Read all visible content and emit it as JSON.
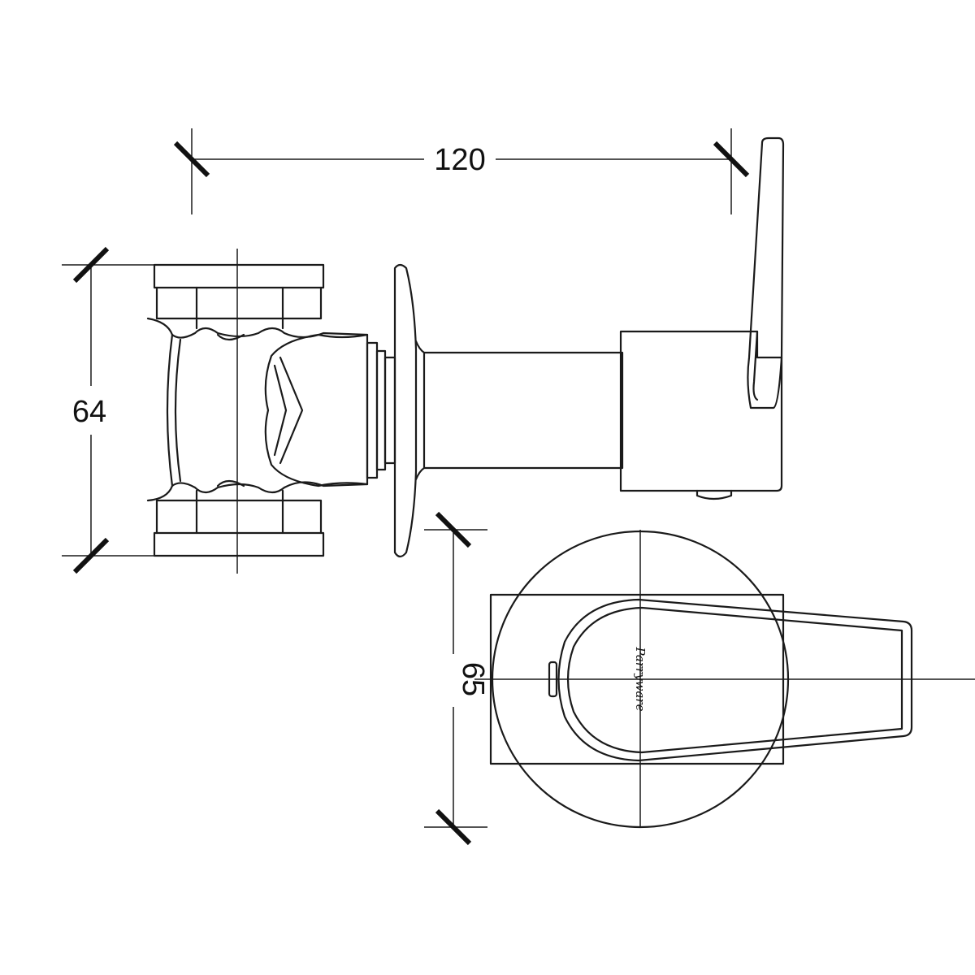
{
  "dimensions": {
    "overall_length": "120",
    "body_height": "64",
    "plate_diameter": "65"
  },
  "brand_mark": "Parryware"
}
